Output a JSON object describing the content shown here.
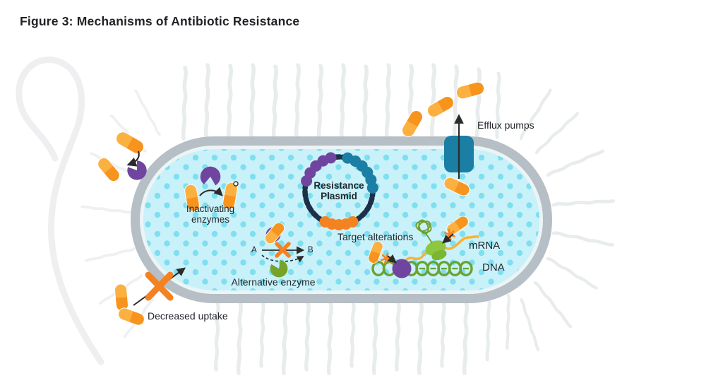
{
  "title": "Figure 3: Mechanisms of Antibiotic Resistance",
  "labels": {
    "inactivating_line1": "Inactivating",
    "inactivating_line2": "enzymes",
    "plasmid_line1": "Resistance",
    "plasmid_line2": "Plasmid",
    "target_alterations": "Target alterations",
    "efflux_pumps": "Efflux pumps",
    "alternative_enzyme": "Alternative enzyme",
    "decreased_uptake": "Decreased uptake",
    "mrna": "mRNA",
    "dna": "DNA",
    "pathway_a": "A",
    "pathway_b": "B"
  },
  "colors": {
    "pill_light": "#FBB040",
    "pill_dark": "#F7941E",
    "enzyme_purple": "#7045A0",
    "enzyme_green": "#76A32A",
    "membrane_gray": "#B5BFC5",
    "membrane_inner": "#ECF4F6",
    "cytoplasm": "#C9F1F9",
    "cytoplasm_dot": "#7FDFEF",
    "efflux_pump_teal": "#1B7EA4",
    "plasmid_dark": "#1D3049",
    "plasmid_purple": "#7045A0",
    "plasmid_teal": "#1B7EA4",
    "plasmid_orange": "#F58220",
    "dna_green": "#6AA32F",
    "ribosome_green": "#8DC63F",
    "ribosome_green_dark": "#7CB532",
    "protein_green": "#6FA02B",
    "mrna_orange": "#F9B233",
    "cross_orange": "#F58220",
    "flagella_gray": "#E7EBEC",
    "flagella_loop_gray": "#EDEDEF",
    "arrow_black": "#2B2B2B",
    "text_dark": "#22262C"
  }
}
